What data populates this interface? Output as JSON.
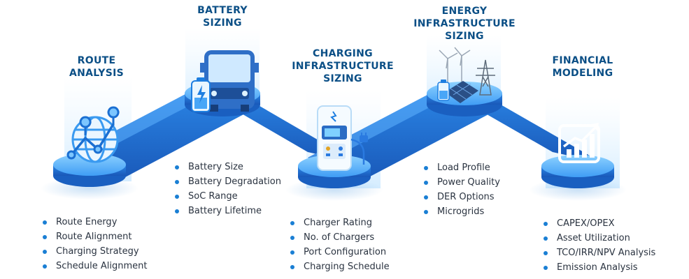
{
  "colors": {
    "title": "#0b4f86",
    "text": "#2a3340",
    "path_light": "#6fc2ff",
    "path_mid": "#3a98f3",
    "path_dark": "#1e6fd2",
    "bullet": "#1a7fd4"
  },
  "stages": [
    {
      "id": "route",
      "icon": "globe-route-pins-icon",
      "title": [
        "ROUTE",
        "ANALYSIS"
      ],
      "bullets": [
        "Route Energy",
        "Route Alignment",
        "Charging Strategy",
        "Schedule Alignment"
      ]
    },
    {
      "id": "battery",
      "icon": "electric-bus-battery-icon",
      "title": [
        "BATTERY",
        "SIZING"
      ],
      "bullets": [
        "Battery Size",
        "Battery Degradation",
        "SoC Range",
        "Battery Lifetime"
      ]
    },
    {
      "id": "charging",
      "icon": "ev-charger-icon",
      "title": [
        "CHARGING",
        "INFRASTRUCTURE",
        "SIZING"
      ],
      "bullets": [
        "Charger Rating",
        "No. of Chargers",
        "Port Configuration",
        "Charging Schedule"
      ]
    },
    {
      "id": "energy",
      "icon": "solar-wind-grid-icon",
      "title": [
        "ENERGY",
        "INFRASTRUCTURE",
        "SIZING"
      ],
      "bullets": [
        "Load Profile",
        "Power Quality",
        "DER Options",
        "Microgrids"
      ]
    },
    {
      "id": "financial",
      "icon": "growth-chart-icon",
      "title": [
        "FINANCIAL",
        "MODELING"
      ],
      "bullets": [
        "CAPEX/OPEX",
        "Asset Utilization",
        "TCO/IRR/NPV Analysis",
        "Emission Analysis"
      ]
    }
  ]
}
